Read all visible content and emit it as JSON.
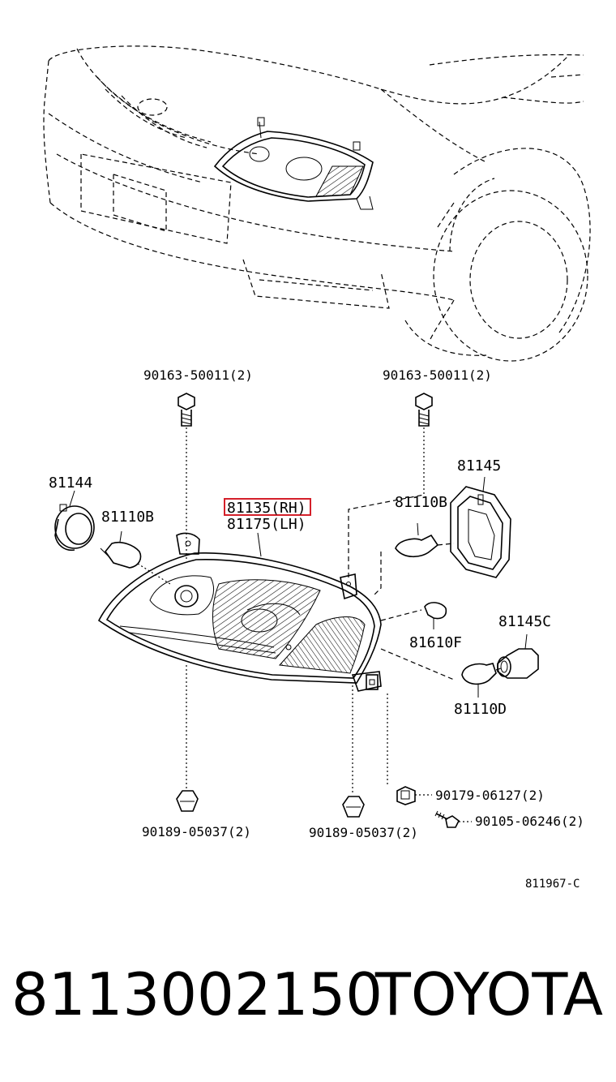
{
  "callouts": {
    "bolt_left": "90163-50011(2)",
    "bolt_right": "90163-50011(2)",
    "socket_81144": "81144",
    "bulb_81110b_left": "81110B",
    "lamp_rh": "81135(RH)",
    "lamp_lh": "81175(LH)",
    "bulb_81110b_right": "81110B",
    "cover_81145": "81145",
    "bulb_81610f": "81610F",
    "socket_81145c": "81145C",
    "bulb_81110d": "81110D",
    "nut_90179": "90179-06127(2)",
    "screw_90105": "90105-06246(2)",
    "clip_left": "90189-05037(2)",
    "clip_right": "90189-05037(2)",
    "diagram_code": "811967-C"
  },
  "highlight_color": "#d4202a",
  "footer": {
    "part_number": "8113002150",
    "brand": "TOYOTA"
  }
}
